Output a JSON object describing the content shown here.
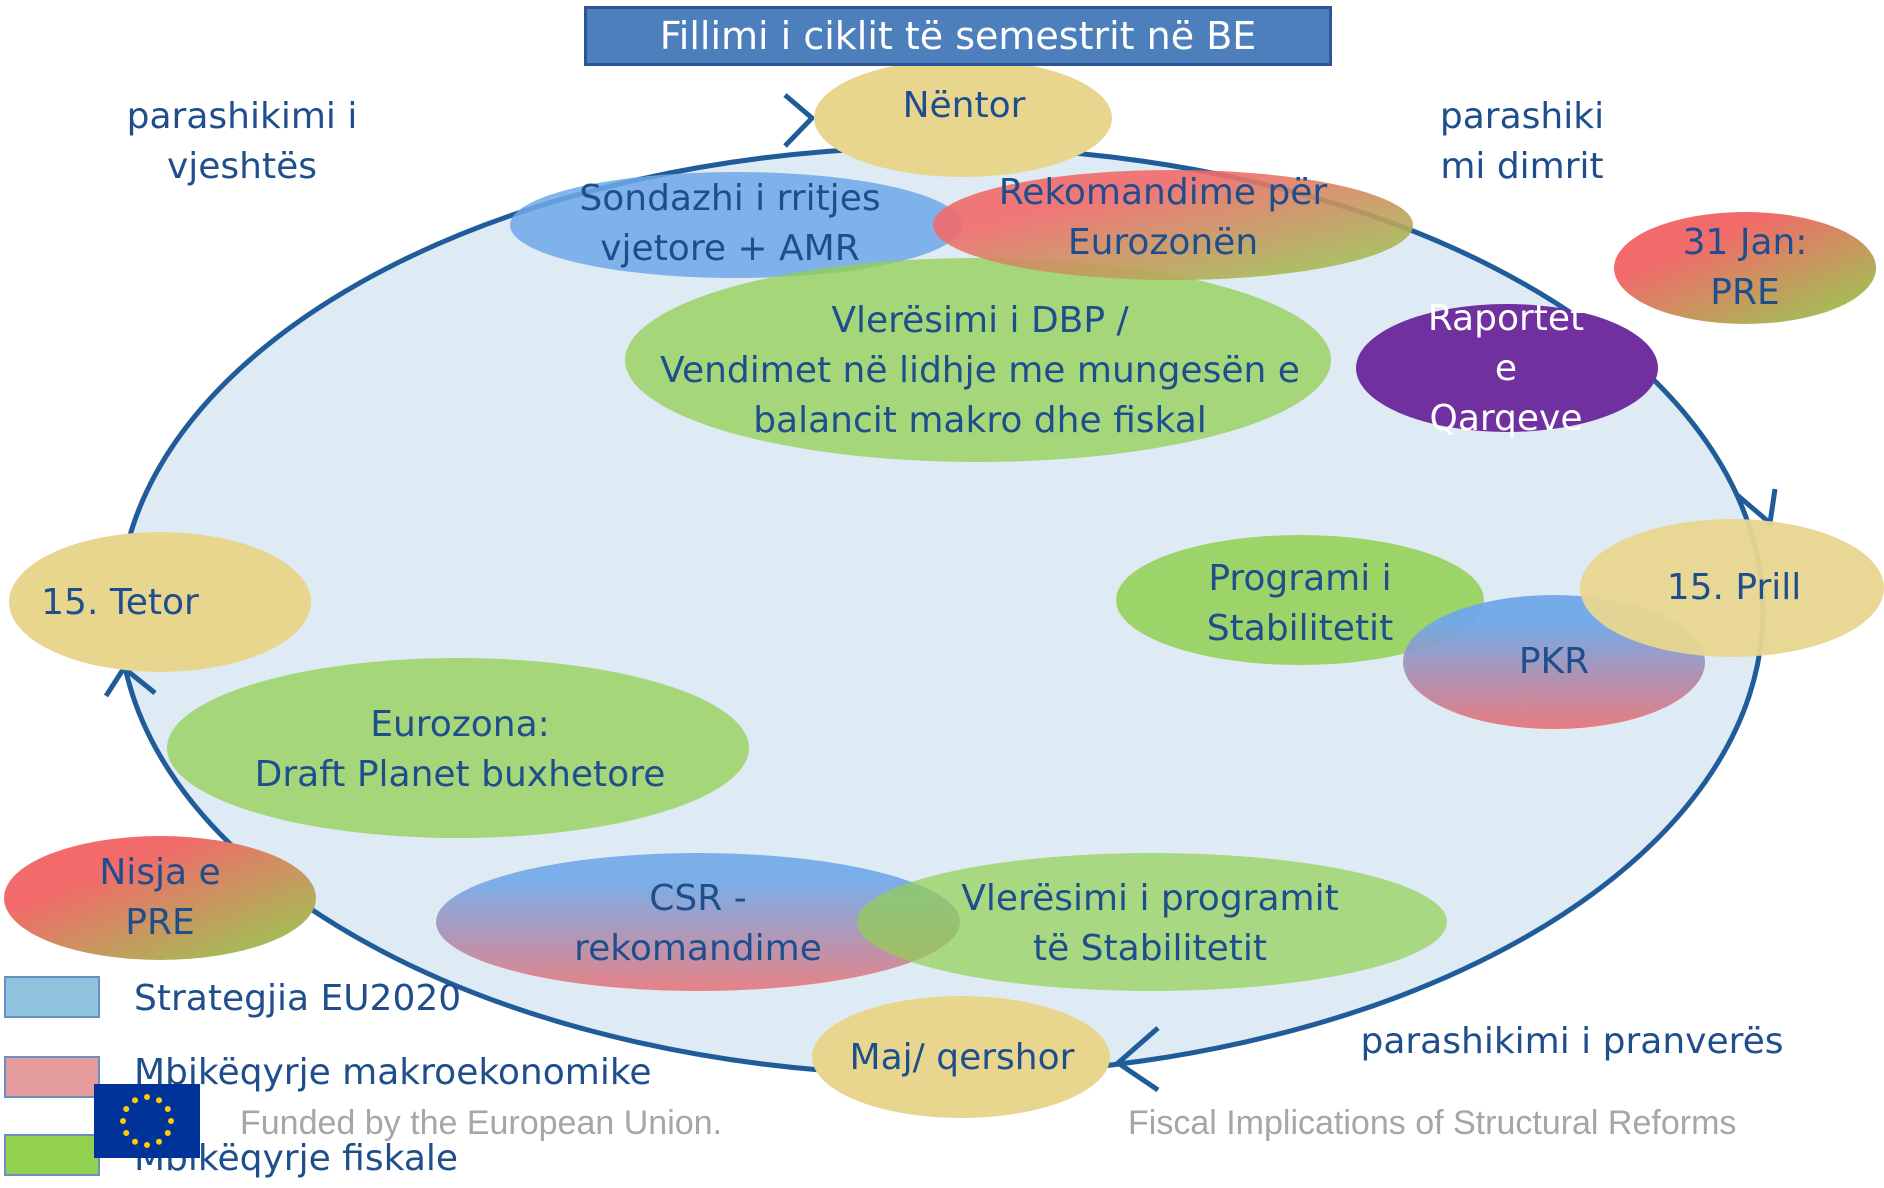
{
  "title": "Fillimi i ciklit të semestrit në BE",
  "phases": {
    "nov": "Nëntor",
    "apr": "15. Prill",
    "may": "Maj/ qershor",
    "oct": "15. Tetor"
  },
  "forecasts": {
    "autumn": "parashikimi i\nvjeshtës",
    "winter": "parashiki\nmi dimrit",
    "spring": "parashikimi i pranverës"
  },
  "items": {
    "ags": "Sondazhi i rritjes\nvjetore + AMR",
    "euro_rec": "Rekomandime për\nEurozonën",
    "dbp": "Vlerësimi i DBP /\nVendimet në lidhje me mungesën e\nbalancit makro dhe fiskal",
    "jan": "31 Jan:\nPRE",
    "country_reports": "Raportet\ne\nQarqeve",
    "stability": "Programi i\nStabilitetit",
    "pkr": "PKR",
    "stability_eval": "Vlerësimi i programit\ntë Stabilitetit",
    "csr": "CSR -\nrekomandime",
    "eurozone_dbp": "Eurozona:\nDraft Planet buxhetore",
    "pre_launch": "Nisja e\nPRE"
  },
  "legend": [
    {
      "label": "Strategjia EU2020",
      "color": "#8fc3de"
    },
    {
      "label": "Mbikëqyrje makroekonomike",
      "color": "#e49c9c"
    },
    {
      "label": "Mbikëqyrje fiskale",
      "color": "#92d050"
    }
  ],
  "footer": {
    "funded": "Funded by the European Union.",
    "project": "Fiscal Implications of Structural Reforms"
  },
  "colors": {
    "cycle_fill": "#deebf5",
    "cycle_stroke": "#1f5c99",
    "text": "#1f4e8c",
    "month": "#e8d68f",
    "fiscal": "#92d050",
    "strategy": "#6fa8e8",
    "macro": "#f26a6a",
    "purple": "#7030a0"
  }
}
